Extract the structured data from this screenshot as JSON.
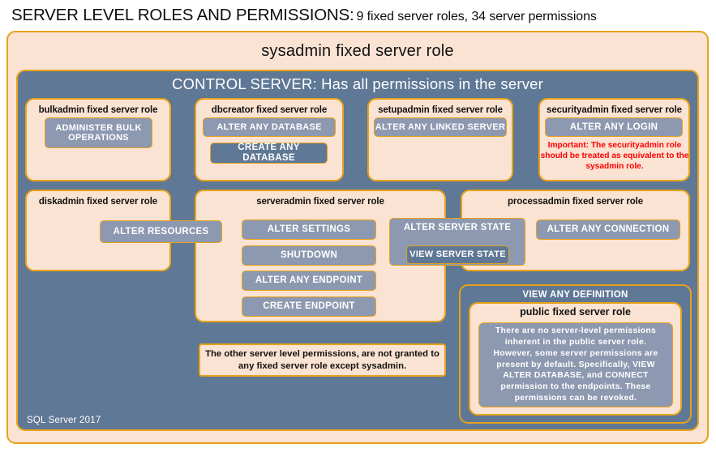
{
  "title": {
    "strong": "SERVER LEVEL ROLES AND PERMISSIONS:",
    "subtitle": "9 fixed server roles, 34 server permissions"
  },
  "colors": {
    "cream_fill": "#FBE3D3",
    "gold_border": "#E8A219",
    "blue_panel": "#5F7895",
    "chip_fill": "#8D99B0",
    "warning_red": "#FF0000",
    "white_text": "#FFFFFF",
    "dark_text": "#111111"
  },
  "sysadmin": {
    "label": "sysadmin fixed server role"
  },
  "control_server": {
    "label": "CONTROL SERVER: Has all permissions in the server"
  },
  "roles": {
    "bulkadmin": {
      "title": "bulkadmin  fixed server role",
      "permission": "ADMINISTER  BULK OPERATIONS"
    },
    "dbcreator": {
      "title": "dbcreator fixed server role",
      "permission_outer": "ALTER ANY DATABASE",
      "permission_inner": "CREATE  ANY DATABASE"
    },
    "setupadmin": {
      "title": "setupadmin fixed server role",
      "permission": "ALTER ANY LINKED SERVER"
    },
    "securityadmin": {
      "title": "securityadmin  fixed server role",
      "permission": "ALTER ANY LOGIN",
      "warning": "Important:  The securityadmin role should  be treated as equivalent to the sysadmin role."
    },
    "diskadmin": {
      "title": "diskadmin  fixed server role",
      "permission": "ALTER RESOURCES"
    },
    "serveradmin": {
      "title": "serveradmin fixed server role",
      "permissions": [
        "ALTER SETTINGS",
        "SHUTDOWN",
        "ALTER ANY ENDPOINT",
        "CREATE  ENDPOINT"
      ]
    },
    "processadmin": {
      "title": "processadmin fixed server role",
      "permission": "ALTER ANY CONNECTION"
    },
    "shared_server_state": {
      "permission_outer": "ALTER SERVER STATE",
      "permission_inner": "VIEW SERVER STATE"
    },
    "public": {
      "permission_header": "VIEW ANY DEFINITION",
      "title": "public  fixed server role",
      "note": "There are no server-level permissions inherent in the public server role. However, some server permissions are present by default. Specifically, VIEW ALTER DATABASE, and CONNECT permission to the endpoints. These permissions can be revoked."
    }
  },
  "notes": {
    "other_permissions": "The other server level permissions,  are not granted to any fixed server role except sysadmin."
  },
  "footer": {
    "label": "SQL Server 2017"
  }
}
